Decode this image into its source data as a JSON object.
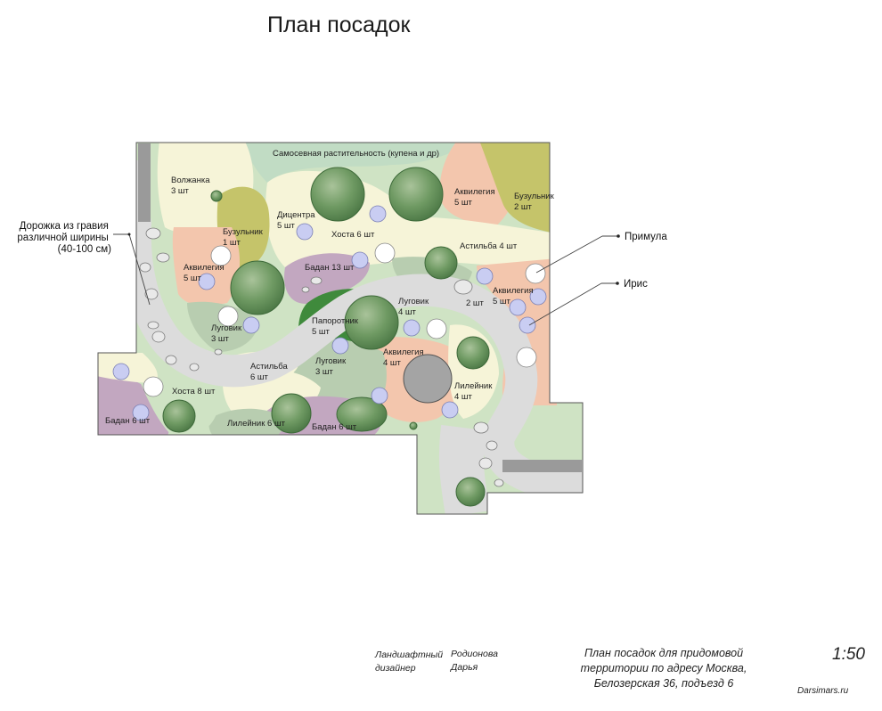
{
  "title": "План посадок",
  "zones": {
    "samosev": "Самосевная растительность (купена и др)",
    "volzhanka": [
      "Волжанка",
      "3 шт"
    ],
    "buzulnik_left": [
      "Бузульник",
      "1 шт"
    ],
    "akvilegia_left": [
      "Аквилегия",
      "5 шт"
    ],
    "dicentra": [
      "Дицентра",
      "5 шт"
    ],
    "hosta_top": "Хоста 6 шт",
    "akvilegia_top": [
      "Аквилегия",
      "5 шт"
    ],
    "buzulnik_right": [
      "Бузульник",
      "2 шт"
    ],
    "astilba_top": "Астильба 4 шт",
    "badan_mid": "Бадан 13 шт",
    "akvilegia_right": [
      "Аквилегия",
      "5 шт"
    ],
    "two_sht": "2 шт",
    "lugovik_left": [
      "Луговик",
      "3 шт"
    ],
    "paporotnik": [
      "Папоротник",
      "5 шт"
    ],
    "lugovik_mid": [
      "Луговик",
      "4 шт"
    ],
    "astilba_bottom": [
      "Астильба",
      "6 шт"
    ],
    "lugovik_low": [
      "Луговик",
      "3 шт"
    ],
    "akvilegia_low": [
      "Аквилегия",
      "4 шт"
    ],
    "lileynik_right": [
      "Лилейник",
      "4 шт"
    ],
    "hosta_bottom": "Хоста 8 шт",
    "badan_left": "Бадан 6 шт",
    "lileynik_bottom": "Лилейник 6 шт",
    "badan_bottom": "Бадан 6 шт"
  },
  "callouts": {
    "path": [
      "Дорожка из гравия",
      "различной ширины",
      "(40-100 см)"
    ],
    "primula": "Примула",
    "iris": "Ирис"
  },
  "footer": {
    "role": [
      "Ландшафтный",
      "дизайнер"
    ],
    "author": [
      "Родионова",
      "Дарья"
    ],
    "project": [
      "План посадок для придомовой",
      "территории по адресу Москва,",
      "Белозерская 36, подъезд 6"
    ],
    "scale": "1:50",
    "site": "Darsimars.ru"
  },
  "colors": {
    "pale_yellow": "#f6f4d8",
    "pale_green": "#cfe3c4",
    "sage": "#b8cdb0",
    "peach": "#f3c6ad",
    "olive": "#c5c46a",
    "mauve": "#c2a7c0",
    "dark_green": "#3f8a3c",
    "path_gray": "#dcdcdc",
    "flower_blue": "#c9cdf2",
    "shrub_green": "#6f9a63"
  }
}
